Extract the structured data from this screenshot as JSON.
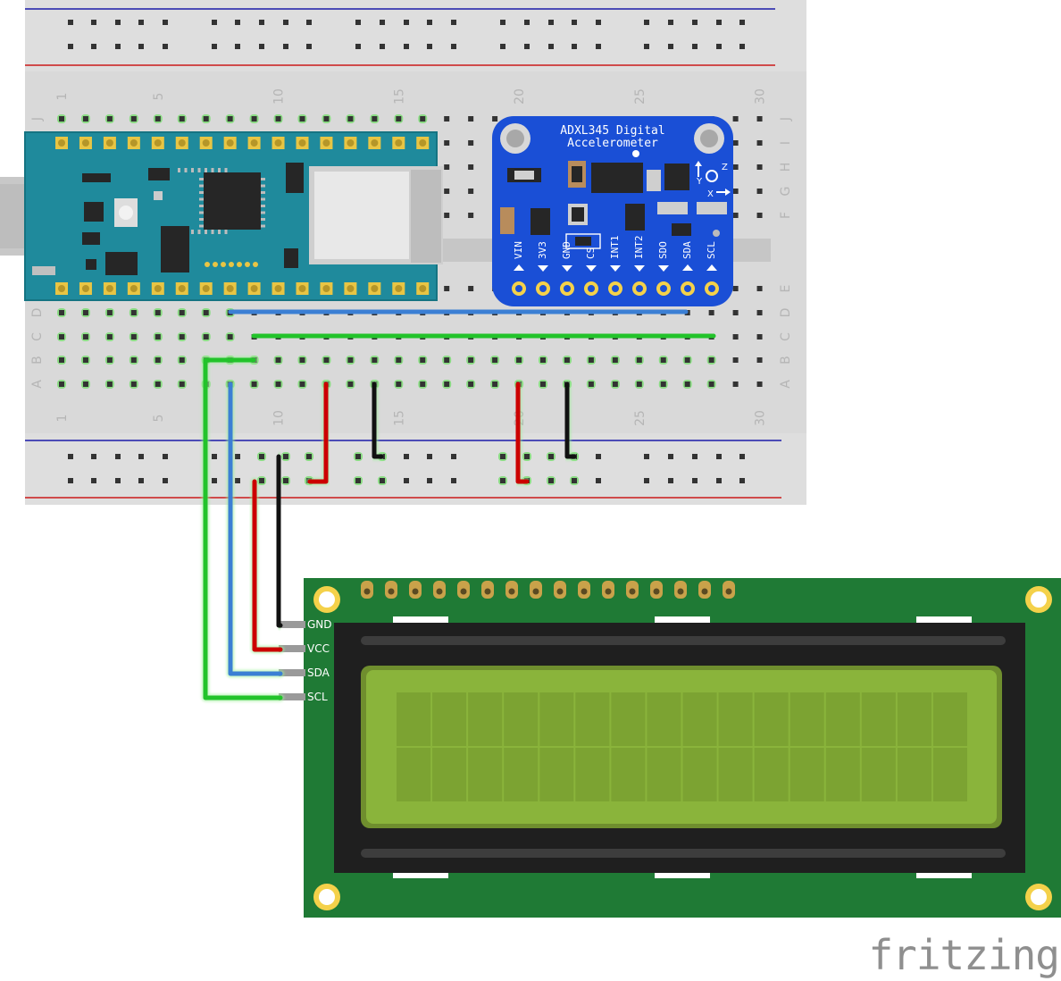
{
  "breadboard": {
    "column_labels": [
      "1",
      "5",
      "10",
      "15",
      "20",
      "25",
      "30"
    ],
    "row_labels_top": [
      "J",
      "I",
      "H",
      "G",
      "F"
    ],
    "row_labels_bottom": [
      "E",
      "D",
      "C",
      "B",
      "A"
    ]
  },
  "accelerometer": {
    "title_line1": "ADXL345 Digital",
    "title_line2": "Accelerometer",
    "pins": [
      "VIN",
      "3V3",
      "GND",
      "CS",
      "INT1",
      "INT2",
      "SDO",
      "SDA",
      "SCL"
    ],
    "axis_z": "Z",
    "axis_y": "Y",
    "axis_x": "X"
  },
  "lcd": {
    "pins": [
      "GND",
      "VCC",
      "SDA",
      "SCL"
    ],
    "columns": 16,
    "rows": 2,
    "colors": {
      "pcb": "#1f7a35",
      "screen": "#8ab43b",
      "bezel": "#1f1f1f"
    }
  },
  "wire_colors": {
    "green": "#22c32a",
    "blue": "#3b7fd4",
    "red": "#cc0000",
    "black": "#111111"
  },
  "brand": "fritzing"
}
